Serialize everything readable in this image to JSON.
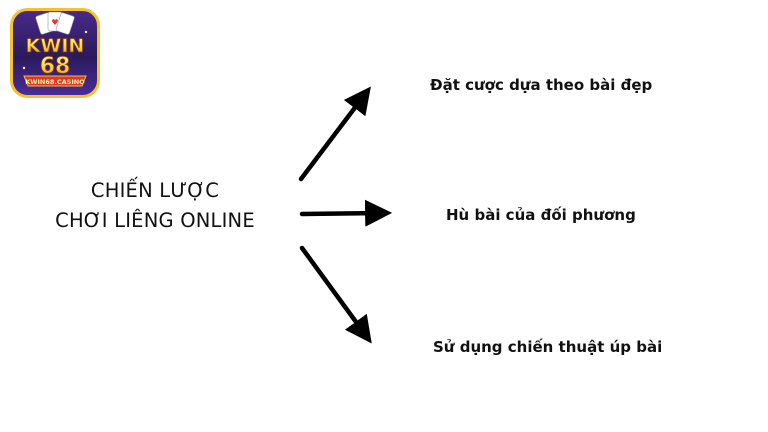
{
  "logo": {
    "brand": "KWIN",
    "number": "68",
    "tagline": "KWIN68.CASINO",
    "colors": {
      "background": "#2b1a5e",
      "border": "#f2c230",
      "text": "#ffd84a",
      "accent": "#e3342f"
    }
  },
  "center": {
    "line1": "CHIẾN LƯỢC",
    "line2": "CHƠI LIÊNG ONLINE"
  },
  "branches": [
    {
      "label": "Đặt cược dựa theo bài đẹp"
    },
    {
      "label": "Hù bài của đối phương"
    },
    {
      "label": "Sử dụng chiến thuật úp bài"
    }
  ],
  "colors": {
    "background": "#ffffff",
    "arrow": "#000000",
    "text": "#111111"
  }
}
